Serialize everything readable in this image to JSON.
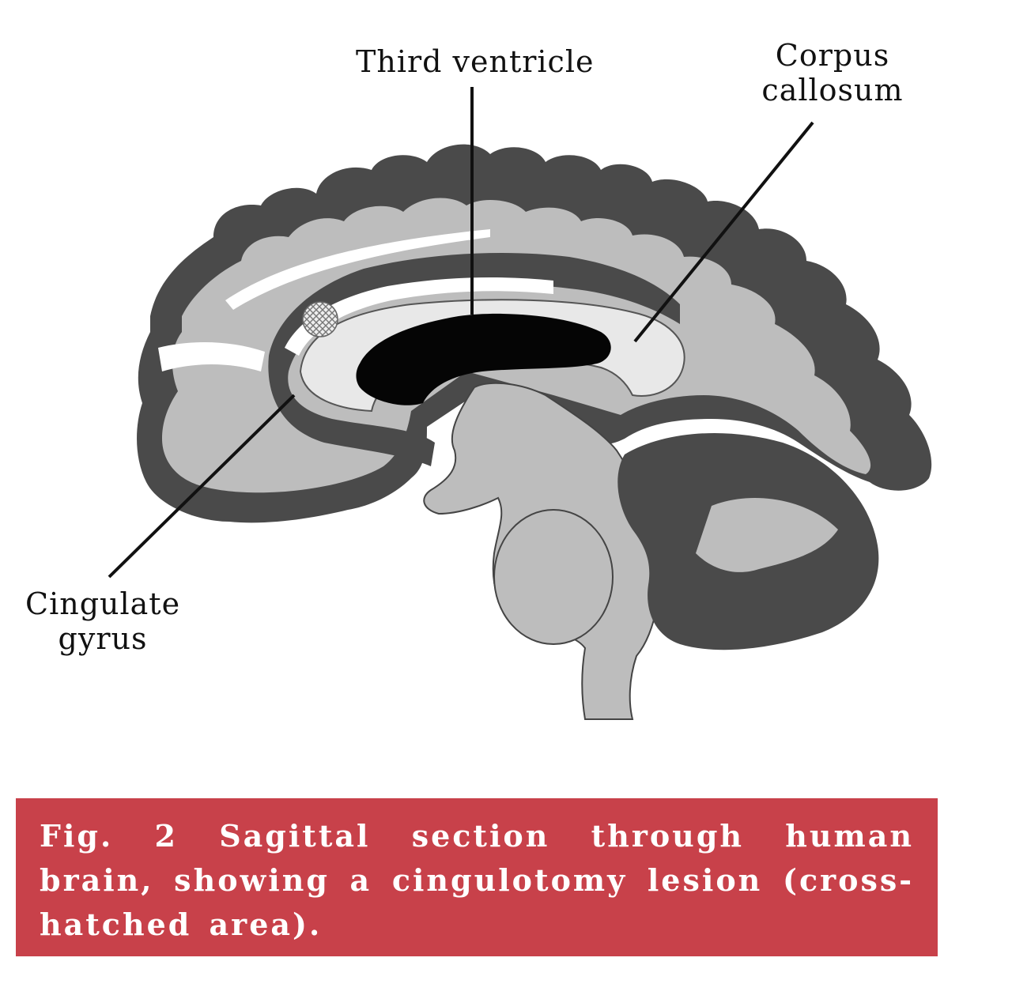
{
  "labels": {
    "third_ventricle": "Third ventricle",
    "corpus_callosum_line1": "Corpus",
    "corpus_callosum_line2": "callosum",
    "cingulate_gyrus_line1": "Cingulate",
    "cingulate_gyrus_line2": "gyrus"
  },
  "caption": {
    "text": "Fig. 2 Sagittal section through human brain, showing a cingulotomy lesion (cross-hatched area).",
    "background_color": "#c8414a",
    "text_color": "#ffffff"
  },
  "colors": {
    "cortex_dark": "#4a4a4a",
    "white_matter_light": "#bdbdbd",
    "ventricle": "#050505",
    "corpus_callosum": "#e8e8e8",
    "lesion": "#cfcfcf",
    "line": "#111111"
  }
}
